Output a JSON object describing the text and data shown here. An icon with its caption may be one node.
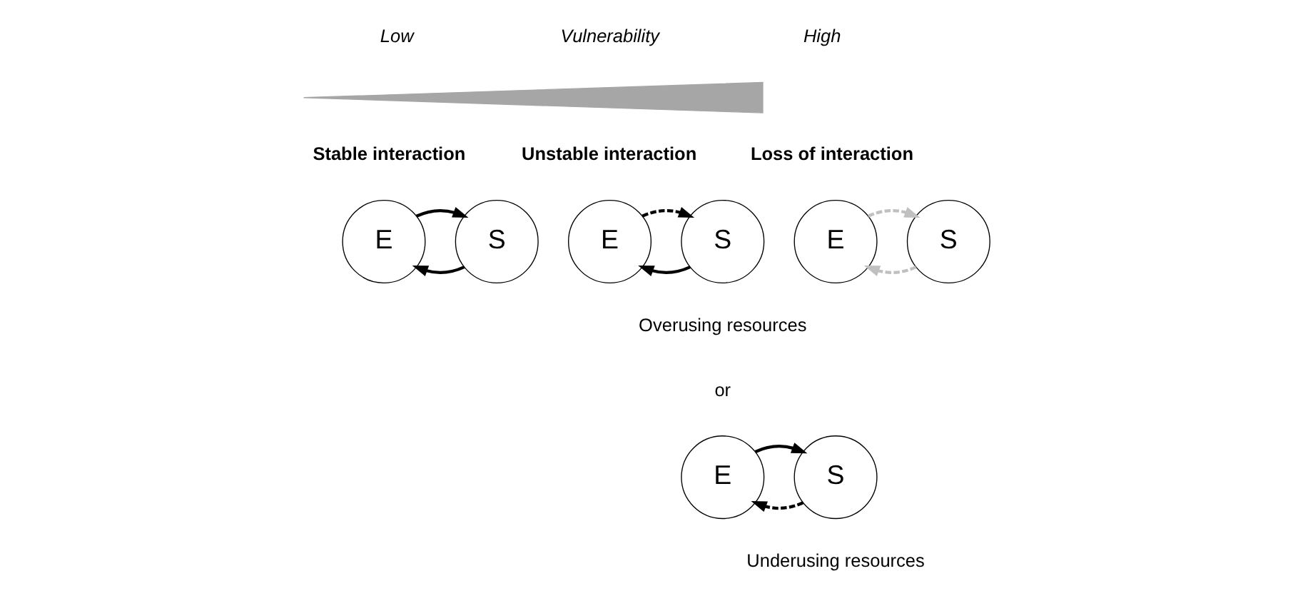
{
  "diagram": {
    "nodes": [
      {
        "text": [],
        "shape": "triangle"
      },
      {
        "text": [
          "E"
        ]
      },
      {
        "text": [
          "S"
        ]
      },
      {
        "text": [
          "E"
        ]
      },
      {
        "text": [
          "S"
        ]
      },
      {
        "text": [
          "E"
        ]
      },
      {
        "text": [
          "S"
        ]
      },
      {
        "text": [
          "E"
        ]
      },
      {
        "text": [
          "S"
        ]
      }
    ],
    "edges": [
      {
        "from": 2,
        "to": 1,
        "arrow": "to"
      },
      {
        "from": 1,
        "to": 2,
        "arrow": "to"
      },
      {
        "from": 4,
        "to": 3,
        "arrow": "to"
      },
      {
        "from": 3,
        "to": 4,
        "arrow": "to",
        "style": "dashed"
      },
      {
        "from": 6,
        "to": 5,
        "arrow": "to",
        "style": "dashed"
      },
      {
        "from": 5,
        "to": 6,
        "arrow": "to"
      },
      {
        "from": 8,
        "to": 7,
        "arrow": "to",
        "style": "dashed",
        "color": "#c0c0c0"
      },
      {
        "from": 7,
        "to": 8,
        "arrow": "to",
        "style": "dashed",
        "color": "#c0c0c0"
      }
    ],
    "labels": [
      "Low",
      "Vulnerability",
      "High",
      "Stable interaction",
      "Unstable interaction",
      "Loss of interaction",
      "Overusing resources",
      "or",
      "Underusing resources"
    ]
  }
}
